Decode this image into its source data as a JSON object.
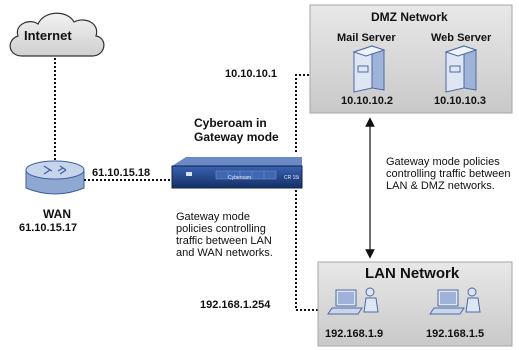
{
  "internet": {
    "label": "Internet"
  },
  "wan": {
    "label": "WAN",
    "ip": "61.10.15.17",
    "gateway_port_ip": "61.10.15.18"
  },
  "dmz": {
    "title": "DMZ Network",
    "mail_server": {
      "label": "Mail Server",
      "ip": "10.10.10.2"
    },
    "web_server": {
      "label": "Web Server",
      "ip": "10.10.10.3"
    },
    "gateway_port_ip": "10.10.10.1"
  },
  "cyberoam": {
    "label": "Cyberoam in Gateway mode",
    "brand": "Cyberoam",
    "model": "CR 15i"
  },
  "lan": {
    "title": "LAN Network",
    "host1": {
      "ip": "192.168.1.9"
    },
    "host2": {
      "ip": "192.168.1.5"
    },
    "gateway_port_ip": "192.168.1.254"
  },
  "notes": {
    "lan_wan": "Gateway mode policies controlling traffic between LAN and WAN networks.",
    "lan_dmz": "Gateway mode policies controlling traffic between LAN & DMZ networks."
  },
  "colors": {
    "box_fill": "#d9d9d9",
    "box_stroke": "#a6a6a6",
    "appliance": "#1d3f86",
    "device": "#6f8fc0"
  }
}
